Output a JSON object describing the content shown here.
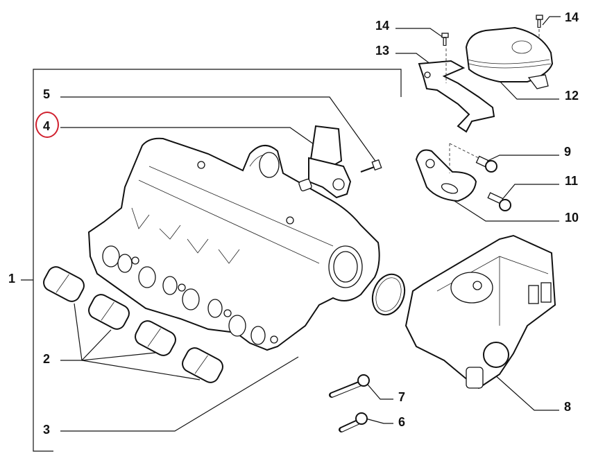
{
  "diagram": {
    "type": "exploded-parts-diagram",
    "subject": "intake manifold assembly",
    "highlight_color": "#d0202e",
    "highlighted_callout": "4",
    "callouts": [
      {
        "id": "1",
        "label": "1"
      },
      {
        "id": "2",
        "label": "2"
      },
      {
        "id": "3",
        "label": "3"
      },
      {
        "id": "4",
        "label": "4"
      },
      {
        "id": "5",
        "label": "5"
      },
      {
        "id": "6",
        "label": "6"
      },
      {
        "id": "7",
        "label": "7"
      },
      {
        "id": "8",
        "label": "8"
      },
      {
        "id": "9",
        "label": "9"
      },
      {
        "id": "10",
        "label": "10"
      },
      {
        "id": "11",
        "label": "11"
      },
      {
        "id": "12",
        "label": "12"
      },
      {
        "id": "13",
        "label": "13"
      },
      {
        "id": "14a",
        "label": "14"
      },
      {
        "id": "14b",
        "label": "14"
      }
    ]
  }
}
